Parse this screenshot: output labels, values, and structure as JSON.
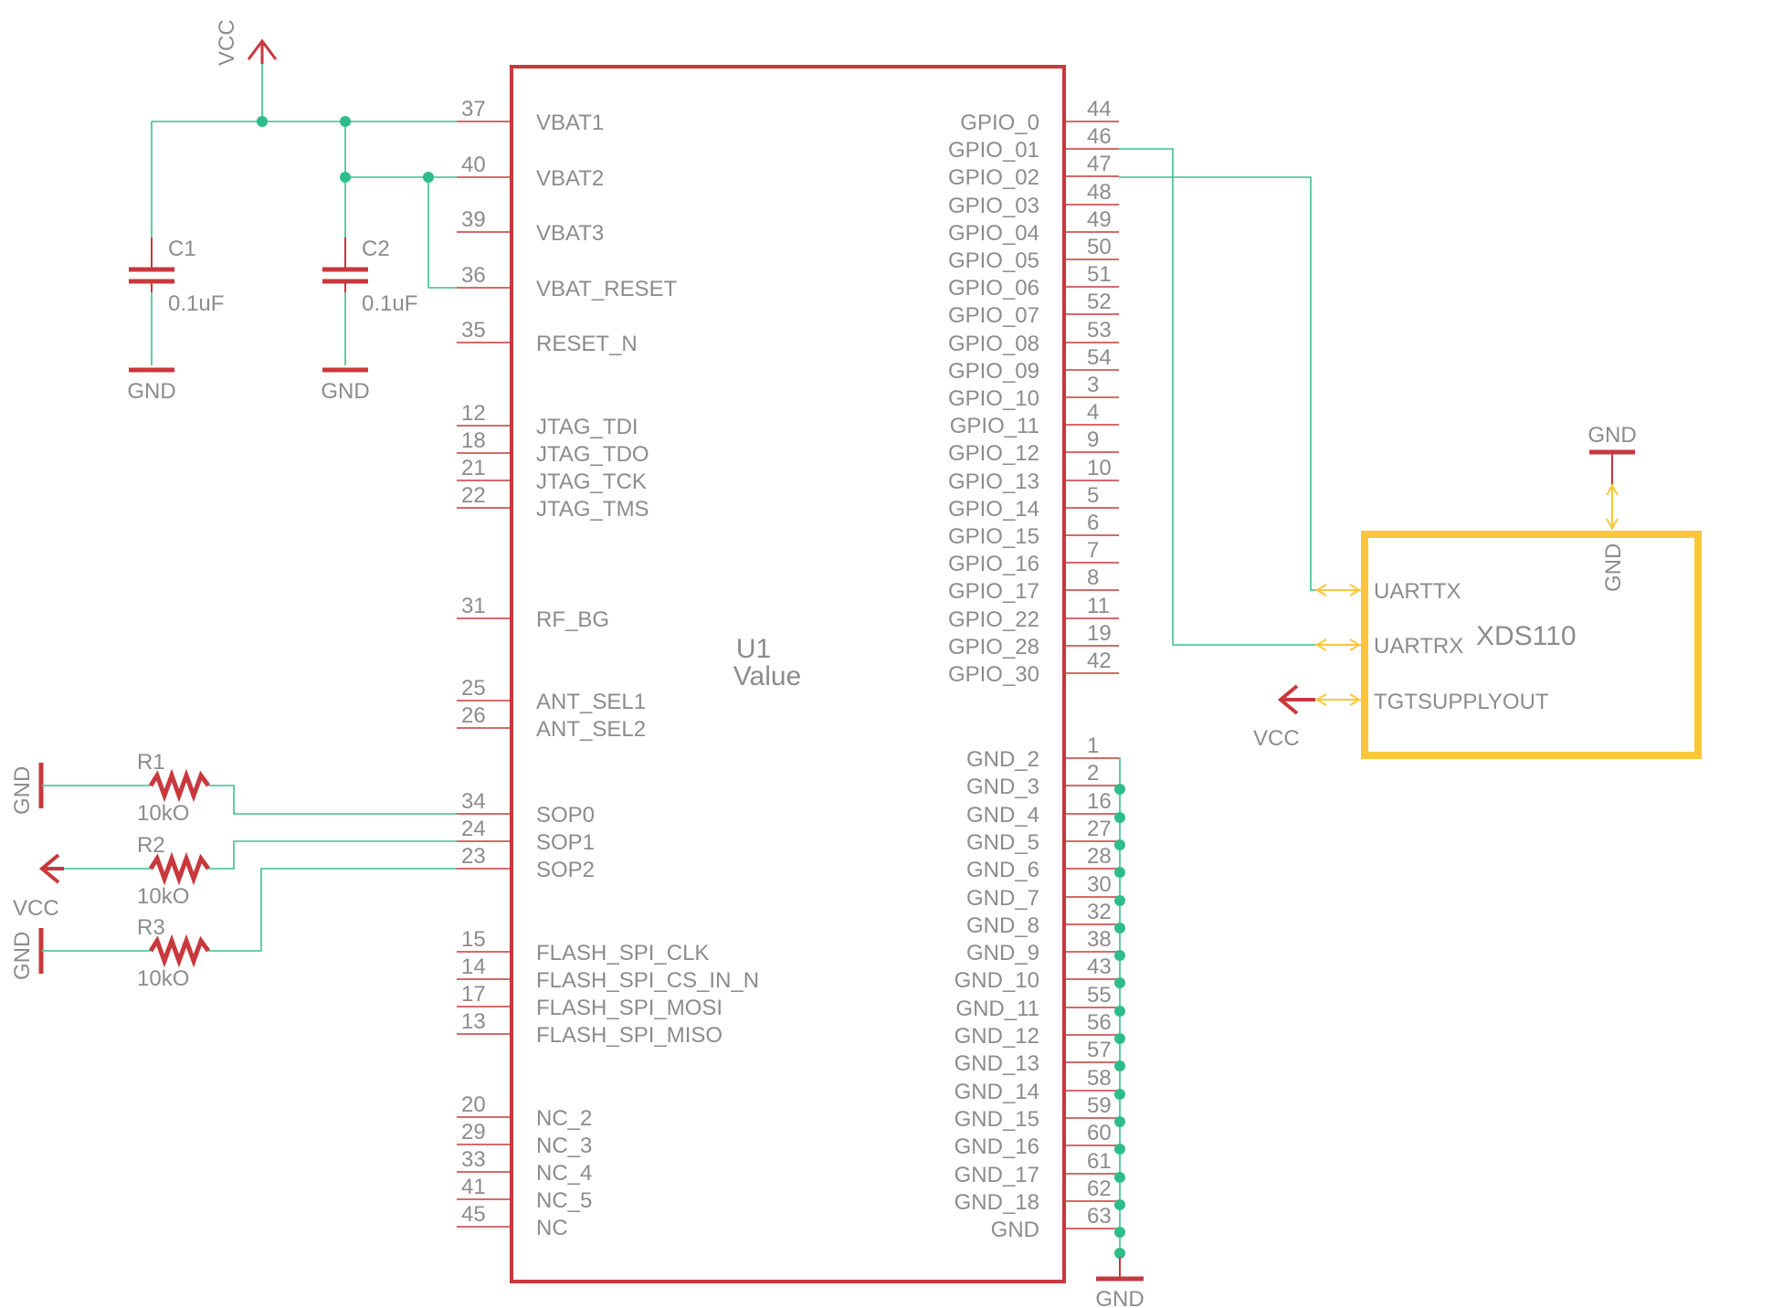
{
  "colors": {
    "part_outline": "#c8383c",
    "net_wire": "#3cbf8f",
    "junction": "#2ebd8a",
    "module_outline": "#fcc63a",
    "text": "#8c8c8c",
    "arrow": "#fcc63a"
  },
  "u1": {
    "name": "U1",
    "value": "Value",
    "left_pins": [
      {
        "num": "37",
        "name": "VBAT1"
      },
      {
        "num": "40",
        "name": "VBAT2"
      },
      {
        "num": "39",
        "name": "VBAT3"
      },
      {
        "num": "36",
        "name": "VBAT_RESET"
      },
      {
        "num": "35",
        "name": "RESET_N"
      },
      {
        "num": "12",
        "name": "JTAG_TDI"
      },
      {
        "num": "18",
        "name": "JTAG_TDO"
      },
      {
        "num": "21",
        "name": "JTAG_TCK"
      },
      {
        "num": "22",
        "name": "JTAG_TMS"
      },
      {
        "num": "31",
        "name": "RF_BG"
      },
      {
        "num": "25",
        "name": "ANT_SEL1"
      },
      {
        "num": "26",
        "name": "ANT_SEL2"
      },
      {
        "num": "34",
        "name": "SOP0"
      },
      {
        "num": "24",
        "name": "SOP1"
      },
      {
        "num": "23",
        "name": "SOP2"
      },
      {
        "num": "15",
        "name": "FLASH_SPI_CLK"
      },
      {
        "num": "14",
        "name": "FLASH_SPI_CS_IN_N"
      },
      {
        "num": "17",
        "name": "FLASH_SPI_MOSI"
      },
      {
        "num": "13",
        "name": "FLASH_SPI_MISO"
      },
      {
        "num": "20",
        "name": "NC_2"
      },
      {
        "num": "29",
        "name": "NC_3"
      },
      {
        "num": "33",
        "name": "NC_4"
      },
      {
        "num": "41",
        "name": "NC_5"
      },
      {
        "num": "45",
        "name": "NC"
      }
    ],
    "right_pins": [
      {
        "num": "44",
        "name": "GPIO_0"
      },
      {
        "num": "46",
        "name": "GPIO_01"
      },
      {
        "num": "47",
        "name": "GPIO_02"
      },
      {
        "num": "48",
        "name": "GPIO_03"
      },
      {
        "num": "49",
        "name": "GPIO_04"
      },
      {
        "num": "50",
        "name": "GPIO_05"
      },
      {
        "num": "51",
        "name": "GPIO_06"
      },
      {
        "num": "52",
        "name": "GPIO_07"
      },
      {
        "num": "53",
        "name": "GPIO_08"
      },
      {
        "num": "54",
        "name": "GPIO_09"
      },
      {
        "num": "3",
        "name": "GPIO_10"
      },
      {
        "num": "4",
        "name": "GPIO_11"
      },
      {
        "num": "9",
        "name": "GPIO_12"
      },
      {
        "num": "10",
        "name": "GPIO_13"
      },
      {
        "num": "5",
        "name": "GPIO_14"
      },
      {
        "num": "6",
        "name": "GPIO_15"
      },
      {
        "num": "7",
        "name": "GPIO_16"
      },
      {
        "num": "8",
        "name": "GPIO_17"
      },
      {
        "num": "11",
        "name": "GPIO_22"
      },
      {
        "num": "19",
        "name": "GPIO_28"
      },
      {
        "num": "42",
        "name": "GPIO_30"
      },
      {
        "num": "1",
        "name": "GND_2"
      },
      {
        "num": "2",
        "name": "GND_3"
      },
      {
        "num": "16",
        "name": "GND_4"
      },
      {
        "num": "27",
        "name": "GND_5"
      },
      {
        "num": "28",
        "name": "GND_6"
      },
      {
        "num": "30",
        "name": "GND_7"
      },
      {
        "num": "32",
        "name": "GND_8"
      },
      {
        "num": "38",
        "name": "GND_9"
      },
      {
        "num": "43",
        "name": "GND_10"
      },
      {
        "num": "55",
        "name": "GND_11"
      },
      {
        "num": "56",
        "name": "GND_12"
      },
      {
        "num": "57",
        "name": "GND_13"
      },
      {
        "num": "58",
        "name": "GND_14"
      },
      {
        "num": "59",
        "name": "GND_15"
      },
      {
        "num": "60",
        "name": "GND_16"
      },
      {
        "num": "61",
        "name": "GND_17"
      },
      {
        "num": "62",
        "name": "GND_18"
      },
      {
        "num": "63",
        "name": "GND"
      }
    ]
  },
  "c1": {
    "name": "C1",
    "value": "0.1uF"
  },
  "c2": {
    "name": "C2",
    "value": "0.1uF"
  },
  "r1": {
    "name": "R1",
    "value": "10kO"
  },
  "r2": {
    "name": "R2",
    "value": "10kO"
  },
  "r3": {
    "name": "R3",
    "value": "10kO"
  },
  "xds110": {
    "name": "XDS110",
    "pins": {
      "uarttx": "UARTTX",
      "uartrx": "UARTRX",
      "tgtsupply": "TGTSUPPLYOUT",
      "gnd": "GND"
    }
  },
  "supply_labels": {
    "vcc_top": "VCC",
    "gnd_c1": "GND",
    "gnd_c2": "GND",
    "gnd_r1": "GND",
    "vcc_r2": "VCC",
    "gnd_r3": "GND",
    "gnd_u1": "GND",
    "gnd_xds": "GND",
    "vcc_xds": "VCC"
  }
}
